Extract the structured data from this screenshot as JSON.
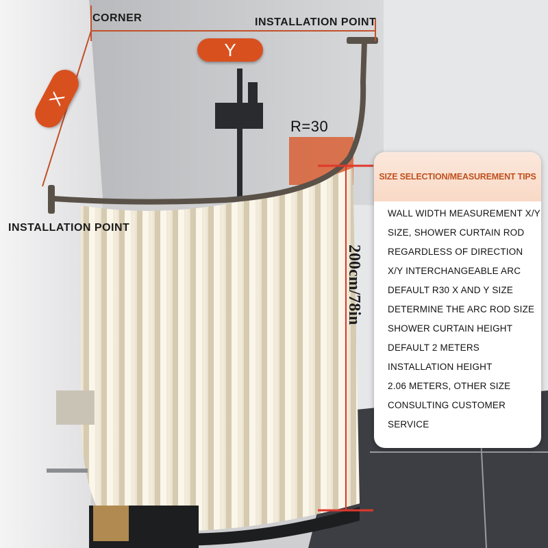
{
  "labels": {
    "corner": "CORNER",
    "install_top": "INSTALLATION POINT",
    "install_left": "INSTALLATION POINT",
    "y_dim": "Y",
    "x_dim": "X",
    "radius": "R=30",
    "height": "200cm/78in"
  },
  "tips": {
    "title": "SIZE SELECTION/MEASUREMENT TIPS",
    "lines": [
      "WALL WIDTH MEASUREMENT X/Y",
      "SIZE, SHOWER CURTAIN ROD",
      "REGARDLESS OF DIRECTION",
      "X/Y INTERCHANGEABLE ARC",
      "DEFAULT R30 X AND Y SIZE",
      "DETERMINE THE ARC ROD SIZE",
      "SHOWER CURTAIN HEIGHT",
      "DEFAULT 2 METERS",
      "INSTALLATION HEIGHT",
      "2.06 METERS, OTHER SIZE",
      "CONSULTING CUSTOMER",
      "SERVICE"
    ]
  },
  "colors": {
    "accent": "#d9501f",
    "measure_line": "#e0382b",
    "rod": "#5a5148",
    "curtain": "#efe6d2"
  }
}
